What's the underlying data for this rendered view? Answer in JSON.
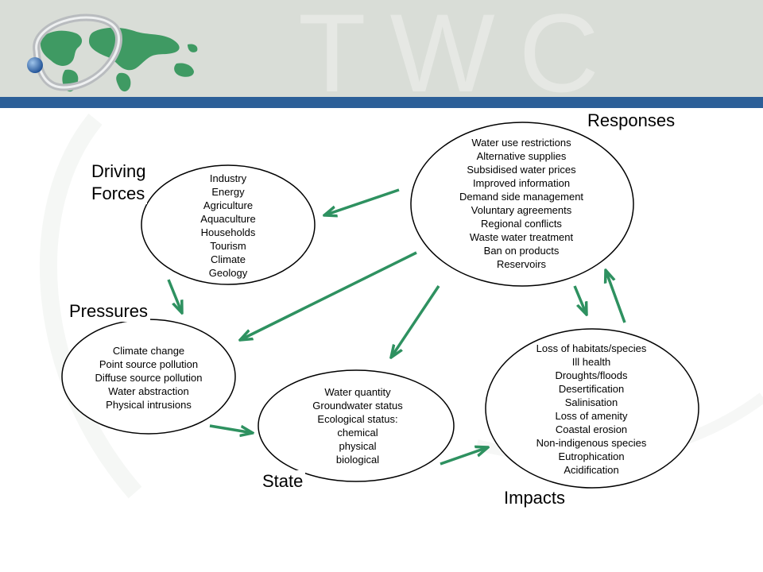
{
  "header": {
    "watermark": "TWC"
  },
  "labels": {
    "responses": "Responses",
    "driving_line1": "Driving",
    "driving_line2": "Forces",
    "pressures": "Pressures",
    "state": "State",
    "impacts": "Impacts"
  },
  "nodes": {
    "driving_forces": [
      "Industry",
      "Energy",
      "Agriculture",
      "Aquaculture",
      "Households",
      "Tourism",
      "Climate",
      "Geology"
    ],
    "responses": [
      "Water use restrictions",
      "Alternative supplies",
      "Subsidised water prices",
      "Improved information",
      "Demand side management",
      "Voluntary agreements",
      "Regional conflicts",
      "Waste water treatment",
      "Ban on products",
      "Reservoirs"
    ],
    "pressures": [
      "Climate change",
      "Point source pollution",
      "Diffuse source pollution",
      "Water abstraction",
      "Physical intrusions"
    ],
    "state": [
      "Water quantity",
      "Groundwater status",
      "Ecological status:",
      "chemical",
      "physical",
      "biological"
    ],
    "impacts": [
      "Loss of habitats/species",
      "Ill health",
      "Droughts/floods",
      "Desertification",
      "Salinisation",
      "Loss of amenity",
      "Coastal erosion",
      "Non-indigenous species",
      "Eutrophication",
      "Acidification"
    ]
  },
  "colors": {
    "arrow": "#2e9160",
    "header_bg": "#d9ddd7",
    "blue_bar": "#2c5f98",
    "map_land": "#3f9a63"
  }
}
